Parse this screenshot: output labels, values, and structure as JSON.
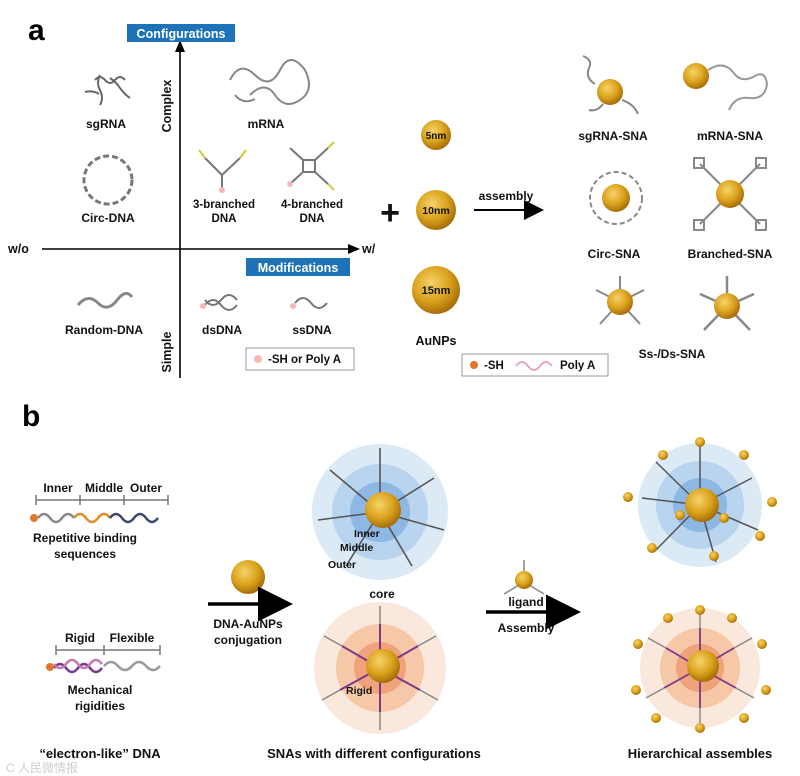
{
  "panel_a": {
    "letter": "a",
    "axis": {
      "configurations": "Configurations",
      "modifications": "Modifications",
      "complex": "Complex",
      "simple": "Simple",
      "without": "w/o",
      "with": "w/"
    },
    "quadrant_labels": {
      "sgrna": "sgRNA",
      "mrna": "mRNA",
      "circ_dna": "Circ-DNA",
      "three_branched_1": "3-branched",
      "three_branched_2": "DNA",
      "four_branched_1": "4-branched",
      "four_branched_2": "DNA",
      "random_dna": "Random-DNA",
      "dsdna": "dsDNA",
      "ssdna": "ssDNA"
    },
    "legend_left": "-SH or Poly A",
    "plus": "+",
    "aunps": {
      "small": "5nm",
      "medium": "10nm",
      "large": "15nm",
      "caption": "AuNPs"
    },
    "assembly": "assembly",
    "sna_labels": {
      "sgrna_sna": "sgRNA-SNA",
      "mrna_sna": "mRNA-SNA",
      "circ_sna": "Circ-SNA",
      "branched_sna": "Branched-SNA",
      "ssds_sna": "Ss-/Ds-SNA"
    },
    "legend_right": {
      "sh": "-SH",
      "polya": "Poly A"
    }
  },
  "panel_b": {
    "letter": "b",
    "repetitive": {
      "inner": "Inner",
      "middle": "Middle",
      "outer": "Outer",
      "caption_1": "Repetitive binding",
      "caption_2": "sequences"
    },
    "mechanical": {
      "rigid": "Rigid",
      "flexible": "Flexible",
      "caption_1": "Mechanical",
      "caption_2": "rigidities"
    },
    "electron_like": "“electron-like” DNA",
    "conjugation_1": "DNA-AuNPs",
    "conjugation_2": "conjugation",
    "layers": {
      "inner": "Inner",
      "middle": "Middle",
      "outer": "Outer"
    },
    "core": "core",
    "rigid_label": "Rigid",
    "snas_caption": "SNAs with different configurations",
    "ligand": "ligand",
    "assembly": "Assembly",
    "hierarchical": "Hierarchical assembles"
  },
  "watermark": "C 人民微情报",
  "colors": {
    "gold": "#d9a11c",
    "gold_dark": "#a86e0a",
    "axis_box": "#1e73b8",
    "blue_light": "#dceaf6",
    "blue_mid": "#b9d4ee",
    "blue_deep": "#8db8e3",
    "peach_light": "#fbe8dc",
    "peach_mid": "#f6c8a8",
    "peach_deep": "#f0a37a",
    "pink": "#f4b8b8",
    "orange_dot": "#e2762a"
  }
}
